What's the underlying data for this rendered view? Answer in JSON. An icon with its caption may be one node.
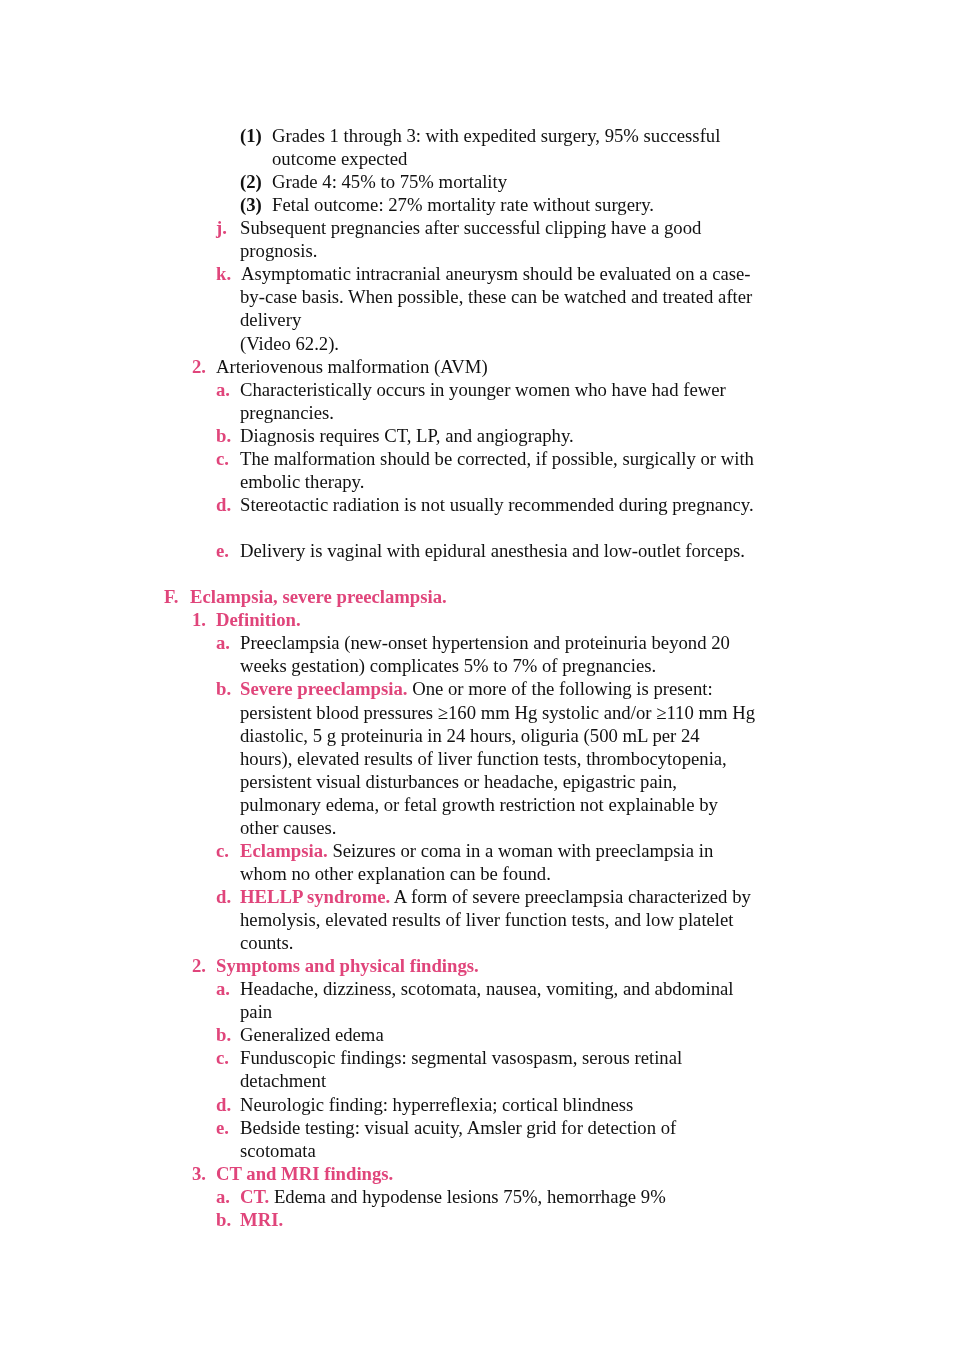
{
  "diagram": {
    "labels": [
      "(1)",
      "Grades 1 through 3: with expedited surgery, 95% successful outcome expected",
      "(2)",
      "Grade 4: 45% to 75% mortality",
      "(3)",
      "Fetal outcome: 27% mortality rate without surgery.",
      "j.",
      "Subsequent pregnancies after successful clipping have a good prognosis.",
      "k.",
      "Asymptomatic intracranial aneurysm should be evaluated on a case-by-case basis. When possible, these can be watched and treated after delivery",
      "(Video 62.2).",
      "2.",
      "Arteriovenous malformation (AVM)",
      "a.",
      "Characteristically occurs in younger women who have had fewer pregnancies.",
      "b.",
      "Diagnosis requires CT, LP, and angiography.",
      "c.",
      "The malformation should be corrected, if possible, surgically or with embolic therapy.",
      "d.",
      "Stereotactic radiation is not usually recommended during pregnancy.",
      "e.",
      "Delivery is vaginal with epidural anesthesia and low-outlet forceps.",
      "F.",
      "Eclampsia, severe preeclampsia.",
      "1.",
      "Definition.",
      "a.",
      "Preeclampsia (new-onset hypertension and proteinuria beyond 20 weeks gestation) complicates 5% to 7% of pregnancies.",
      "b.",
      "**Severe preeclampsia.** One or more of the following is present: persistent blood pressures ≥160 mm Hg systolic and/or ≥110 mm Hg diastolic, 5 g proteinuria in 24 hours, oliguria (500 mL per 24 hours), elevated results of liver function tests, thrombocytopenia, persistent visual disturbances or headache, epigastric pain, pulmonary edema, or fetal growth restriction not explainable by other causes.",
      "c.",
      "**Eclampsia.** Seizures or coma in a woman with preeclampsia in whom no other explanation can be found.",
      "d.",
      "**HELLP syndrome.** A form of severe preeclampsia characterized by hemolysis, elevated results of liver function tests, and low platelet counts.",
      "2.",
      "Symptoms and physical findings.",
      "a.",
      "Headache, dizziness, scotomata, nausea, vomiting, and abdominal pain",
      "b.",
      "Generalized edema",
      "c.",
      "Funduscopic findings: segmental vasospasm, serous retinal detachment",
      "d.",
      "Neurologic finding: hyperreflexia; cortical blindness",
      "e.",
      "Bedside testing: visual acuity, Amsler grid for detection of scotomata",
      "3.",
      "CT and MRI findings.",
      "a.",
      "**CT.** Edema and hypodense lesions 75%, hemorrhage 9%",
      "b.",
      "MRI."
    ]
  }
}
